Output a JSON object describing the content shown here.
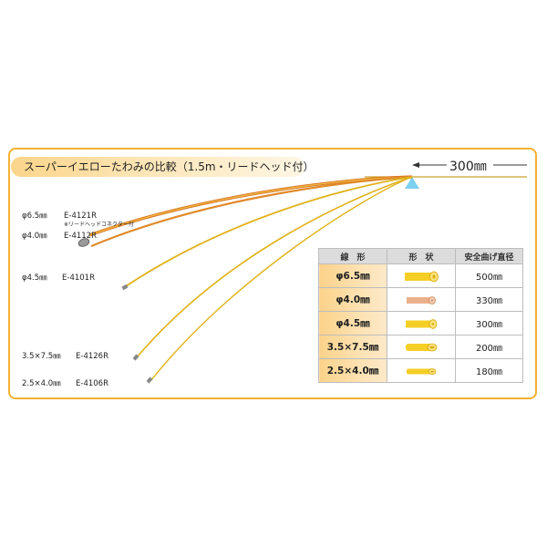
{
  "title": "スーパーイエローたわみの比較（1.5m・リードヘッド付）",
  "dimension": "300㎜",
  "cables": [
    {
      "size": "φ6.5㎜",
      "code": "E-4121R",
      "note": "※リードヘッドコネクター付"
    },
    {
      "size": "φ4.0㎜",
      "code": "E-4112R",
      "note": ""
    },
    {
      "size": "φ4.5㎜",
      "code": "E-4101R",
      "note": ""
    },
    {
      "size": "3.5×7.5㎜",
      "code": "E-4126R",
      "note": ""
    },
    {
      "size": "2.5×4.0㎜",
      "code": "E-4106R",
      "note": ""
    }
  ],
  "table": {
    "headers": [
      "線　形",
      "形　状",
      "安全曲げ直径"
    ],
    "rows": [
      {
        "type": "φ6.5㎜",
        "shape": "round-large-yellow-icon",
        "bend": "500㎜"
      },
      {
        "type": "φ4.0㎜",
        "shape": "round-small-orange-icon",
        "bend": "330㎜"
      },
      {
        "type": "φ4.5㎜",
        "shape": "round-medium-yellow-icon",
        "bend": "300㎜"
      },
      {
        "type": "3.5×7.5㎜",
        "shape": "flat-oval-yellow-icon",
        "bend": "200㎜"
      },
      {
        "type": "2.5×4.0㎜",
        "shape": "flat-small-yellow-icon",
        "bend": "180㎜"
      }
    ]
  },
  "colors": {
    "border": "#f2b233",
    "cable_yellow": "#e8b81a",
    "cable_orange": "#d9741f",
    "pivot_marker": "#7fd0ee"
  }
}
